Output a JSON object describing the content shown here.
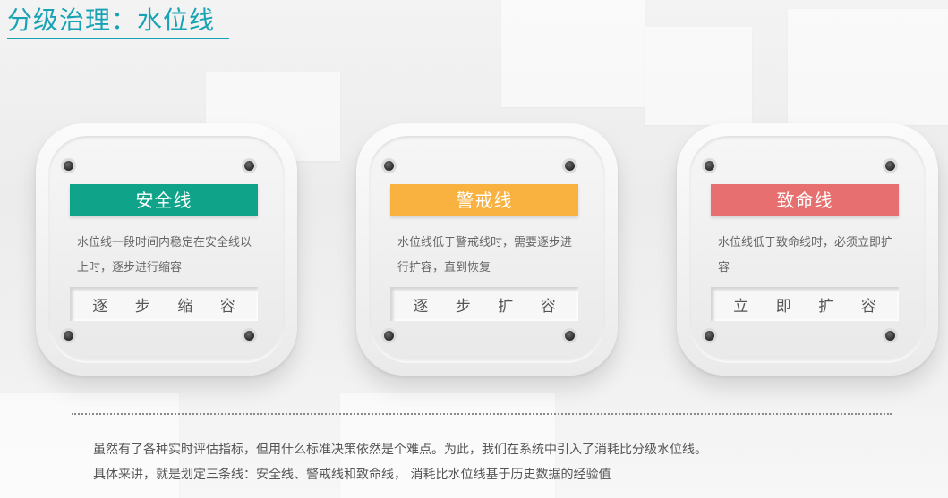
{
  "title": "分级治理：水位线",
  "colors": {
    "title": "#17a3b5",
    "safe": "#0fa38a",
    "warning": "#f9b13f",
    "fatal": "#e86f6f"
  },
  "cards": [
    {
      "banner": "安全线",
      "desc": "水位线一段时间内稳定在安全线以上时，逐步进行缩容",
      "action": [
        "逐",
        "步",
        "缩",
        "容"
      ]
    },
    {
      "banner": "警戒线",
      "desc": "水位线低于警戒线时，需要逐步进行扩容，直到恢复",
      "action": [
        "逐",
        "步",
        "扩",
        "容"
      ]
    },
    {
      "banner": "致命线",
      "desc": "水位线低于致命线时，必须立即扩容",
      "action": [
        "立",
        "即",
        "扩",
        "容"
      ]
    }
  ],
  "paragraph": {
    "line1": "虽然有了各种实时评估指标，但用什么标准决策依然是个难点。为此，我们在系统中引入了消耗比分级水位线。",
    "line2": "具体来讲，就是划定三条线：安全线、警戒线和致命线， 消耗比水位线基于历史数据的经验值"
  }
}
